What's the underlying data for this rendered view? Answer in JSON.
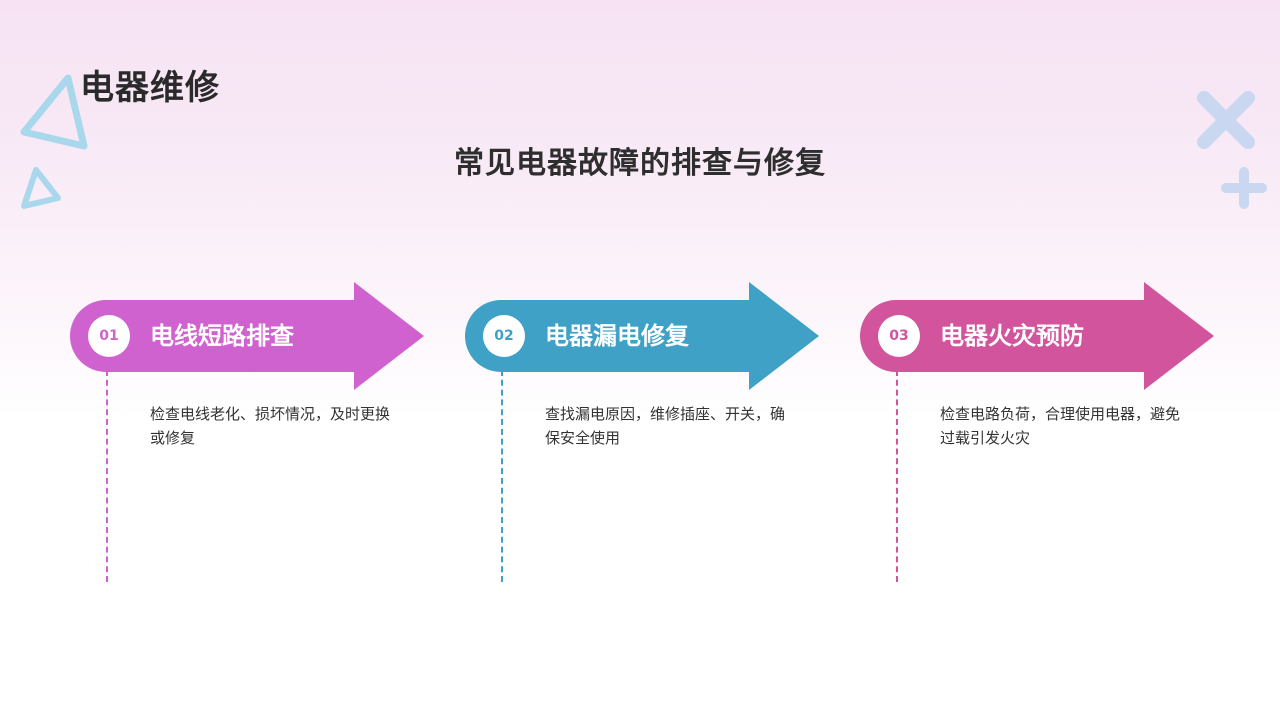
{
  "header": {
    "title": "电器维修"
  },
  "subtitle": "常见电器故障的排查与修复",
  "colors": {
    "step1": "#d062d0",
    "step2": "#3fa1c5",
    "step3": "#d2549d",
    "deco_triangle": "#a9d8ec",
    "deco_cross": "#c9d8f0"
  },
  "steps": [
    {
      "number": "01",
      "title": "电线短路排查",
      "description": "检查电线老化、损坏情况，及时更换或修复"
    },
    {
      "number": "02",
      "title": "电器漏电修复",
      "description": "查找漏电原因，维修插座、开关，确保安全使用"
    },
    {
      "number": "03",
      "title": "电器火灾预防",
      "description": "检查电路负荷，合理使用电器，避免过载引发火灾"
    }
  ]
}
